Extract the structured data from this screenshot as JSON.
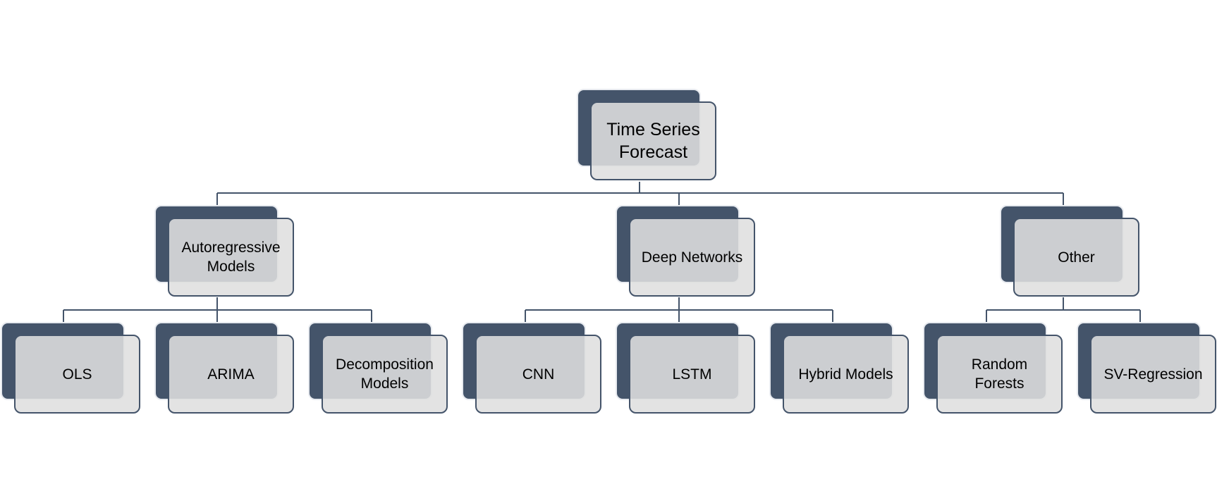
{
  "diagram": {
    "type": "hierarchy",
    "colors": {
      "back_box": "#44546a",
      "front_box": "#dfdfdf",
      "connector": "#44546a",
      "text": "#000000"
    },
    "root": {
      "label": "Time Series\nForecast"
    },
    "categories": [
      {
        "label": "Autoregressive\nModels",
        "children": [
          "OLS",
          "ARIMA",
          "Decomposition\nModels"
        ]
      },
      {
        "label": "Deep Networks",
        "children": [
          "CNN",
          "LSTM",
          "Hybrid Models"
        ]
      },
      {
        "label": "Other",
        "children": [
          "Random\nForests",
          "SV-Regression"
        ]
      }
    ]
  }
}
